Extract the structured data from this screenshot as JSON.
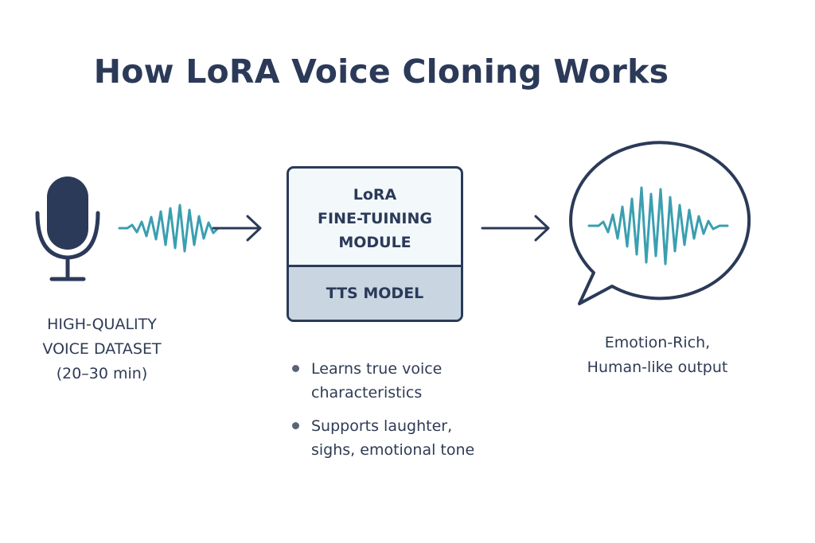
{
  "title": "How LoRA Voice Cloning Works",
  "input": {
    "label_lines": [
      "HIGH-QUALITY",
      "VOICE DATASET",
      "(20–30 min)"
    ]
  },
  "module": {
    "top_lines": [
      "LoRA",
      "FINE-TUINING",
      "MODULE"
    ],
    "bottom_label": "TTS MODEL"
  },
  "bullets": [
    {
      "line1": "Learns true voice",
      "line2": "characteristics"
    },
    {
      "line1": "Supports laughter,",
      "line2": "sighs, emotional tone"
    }
  ],
  "output": {
    "label_lines": [
      "Emotion-Rich,",
      "Human-like output"
    ]
  },
  "colors": {
    "navy": "#2b3a58",
    "wave": "#3a9fb0",
    "module_bg": "#f3f8fb",
    "module_bottom_bg": "#c9d6e1"
  },
  "icons": [
    "microphone-icon",
    "waveform-icon",
    "arrow-right-icon",
    "speech-bubble-icon"
  ]
}
